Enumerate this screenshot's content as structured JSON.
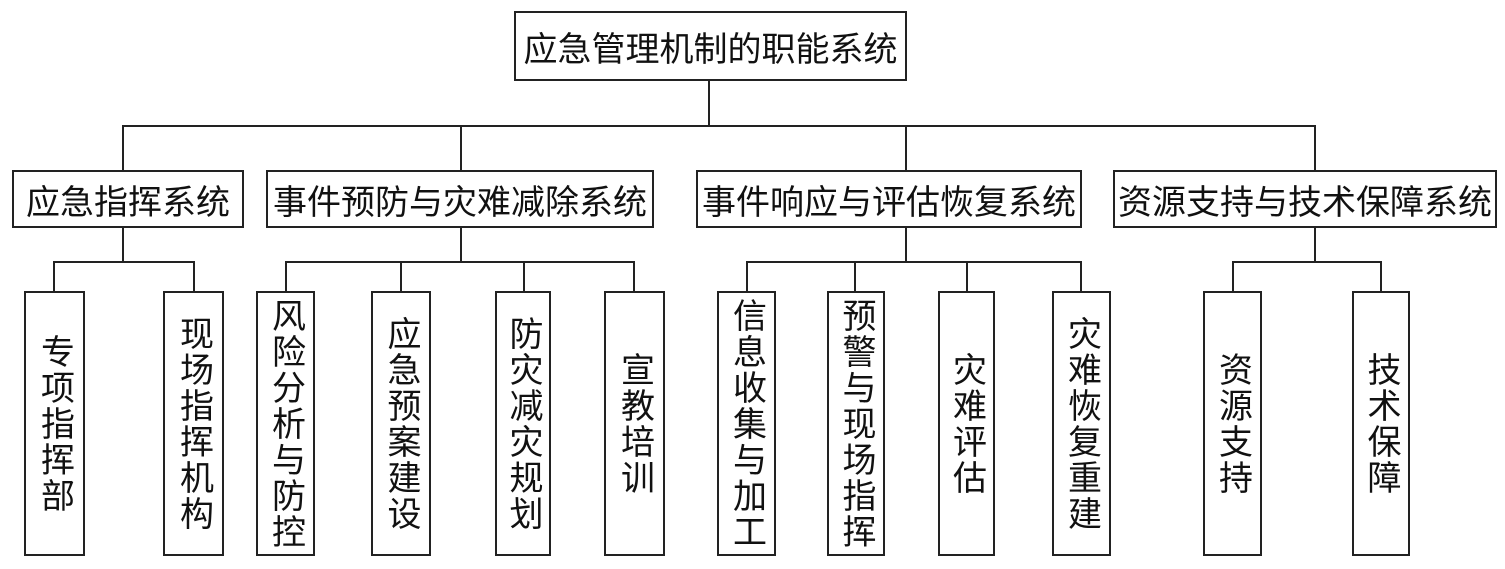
{
  "root": "应急管理机制的职能系统",
  "branches": [
    {
      "label": "应急指挥系统",
      "children": [
        "专项指挥部",
        "现场指挥机构"
      ]
    },
    {
      "label": "事件预防与灾难减除系统",
      "children": [
        "风险分析与防控",
        "应急预案建设",
        "防灾减灾规划",
        "宣教培训"
      ]
    },
    {
      "label": "事件响应与评估恢复系统",
      "children": [
        "信息收集与加工",
        "预警与现场指挥",
        "灾难评估",
        "灾难恢复重建"
      ]
    },
    {
      "label": "资源支持与技术保障系统",
      "children": [
        "资源支持",
        "技术保障"
      ]
    }
  ]
}
